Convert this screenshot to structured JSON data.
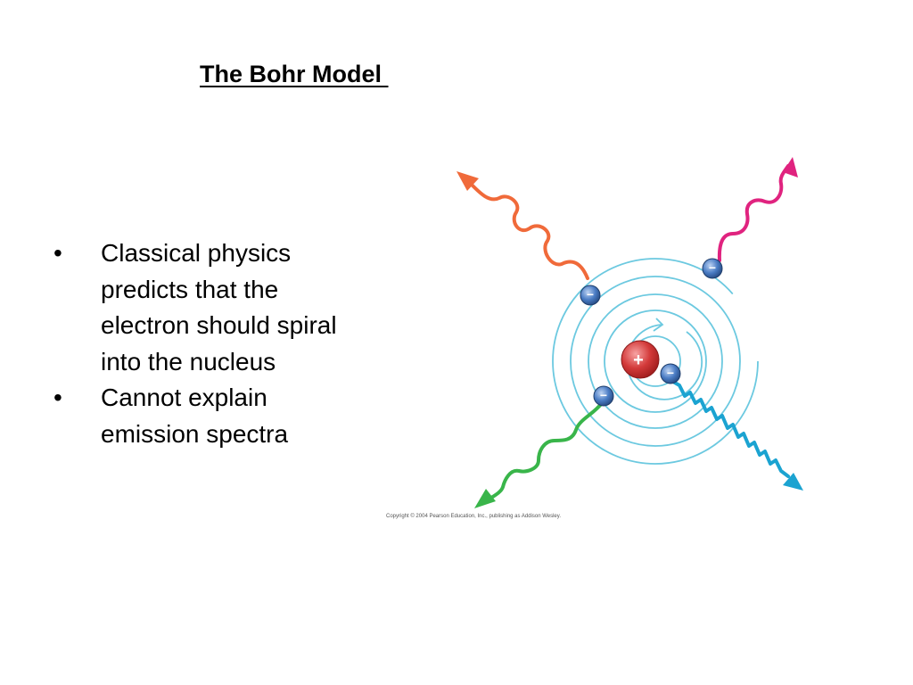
{
  "slide": {
    "title": "The Bohr Model ",
    "bullets": [
      {
        "marker": "•",
        "text": "Classical physics predicts that the electron should spiral into the nucleus"
      },
      {
        "marker": "•",
        "text": "Cannot explain emission spectra"
      }
    ]
  },
  "diagram": {
    "nucleus_symbol": "+",
    "electron_symbol": "−",
    "copyright": "Copyright © 2004 Pearson Education, Inc., publishing as Addison Wesley.",
    "colors": {
      "orbit": "#6cc9e0",
      "nucleus": "#cc2b2b",
      "electron": "#3d6fb8",
      "wave_orange": "#f06a3a",
      "wave_pink": "#e0237f",
      "wave_green": "#39b54a",
      "wave_blue": "#1ba3d1"
    }
  }
}
